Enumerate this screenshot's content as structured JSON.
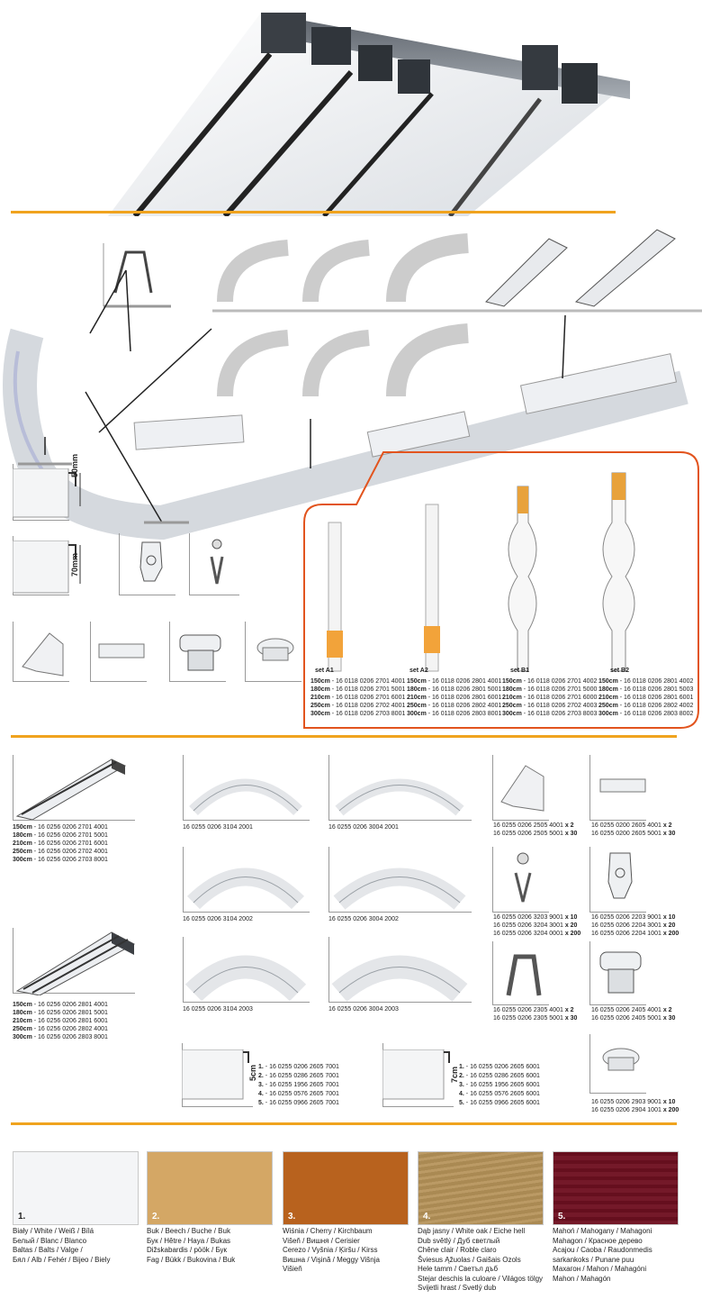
{
  "sets": [
    {
      "label": "set A1",
      "codes": [
        [
          "150cm",
          "16 0118 0206 2701 4001"
        ],
        [
          "180cm",
          "16 0118 0206 2701 5001"
        ],
        [
          "210cm",
          "16 0118 0206 2701 6001"
        ],
        [
          "250cm",
          "16 0118 0206 2702 4001"
        ],
        [
          "300cm",
          "16 0118 0206 2703 8001"
        ]
      ]
    },
    {
      "label": "set A2",
      "codes": [
        [
          "150cm",
          "16 0118 0206 2801 4001"
        ],
        [
          "180cm",
          "16 0118 0206 2801 5001"
        ],
        [
          "210cm",
          "16 0118 0206 2801 6001"
        ],
        [
          "250cm",
          "16 0118 0206 2802 4001"
        ],
        [
          "300cm",
          "16 0118 0206 2803 8001"
        ]
      ]
    },
    {
      "label": "set B1",
      "codes": [
        [
          "150cm",
          "16 0118 0206 2701 4002"
        ],
        [
          "180cm",
          "16 0118 0206 2701 5000"
        ],
        [
          "210cm",
          "16 0118 0206 2701 6000"
        ],
        [
          "250cm",
          "16 0118 0206 2702 4003"
        ],
        [
          "300cm",
          "16 0118 0206 2703 8003"
        ]
      ]
    },
    {
      "label": "set B2",
      "codes": [
        [
          "150cm",
          "16 0118 0206 2801 4002"
        ],
        [
          "180cm",
          "16 0118 0206 2801 5003"
        ],
        [
          "210cm",
          "16 0118 0206 2801 6001"
        ],
        [
          "250cm",
          "16 0118 0206 2802 4002"
        ],
        [
          "300cm",
          "16 0118 0206 2803 8002"
        ]
      ]
    }
  ],
  "dims": {
    "d50": "50mm",
    "d70": "70mm",
    "c5": "5cm",
    "c7": "7cm"
  },
  "rails": [
    {
      "codes": [
        [
          "150cm",
          "16 0256 0206 2701 4001"
        ],
        [
          "180cm",
          "16 0256 0206 2701 5001"
        ],
        [
          "210cm",
          "16 0256 0206 2701 6001"
        ],
        [
          "250cm",
          "16 0256 0206 2702 4001"
        ],
        [
          "300cm",
          "16 0256 0206 2703 8001"
        ]
      ]
    },
    {
      "codes": [
        [
          "150cm",
          "16 0256 0206 2801 4001"
        ],
        [
          "180cm",
          "16 0256 0206 2801 5001"
        ],
        [
          "210cm",
          "16 0256 0206 2801 6001"
        ],
        [
          "250cm",
          "16 0256 0206 2802 4001"
        ],
        [
          "300cm",
          "16 0256 0206 2803 8001"
        ]
      ]
    }
  ],
  "curves": [
    "16 0255 0206 3104 2001",
    "16 0255 0206 3004 2001",
    "16 0255 0206 3104 2002",
    "16 0255 0206 3004 2002",
    "16 0255 0206 3104 2003",
    "16 0255 0206 3004 2003"
  ],
  "parts": {
    "endcap": [
      [
        "16 0255 0206 2505 4001",
        "x 2"
      ],
      [
        "16 0255 0206 2505 5001",
        "x 30"
      ]
    ],
    "joiner": [
      [
        "16 0255 0200 2605 4001",
        "x 2"
      ],
      [
        "16 0255 0200 2605 5001",
        "x 30"
      ]
    ],
    "hook": [
      [
        "16 0255 0206 3203 9001",
        "x 10"
      ],
      [
        "16 0255 0206 3204 3001",
        "x 20"
      ],
      [
        "16 0255 0206 3204 0001",
        "x 200"
      ]
    ],
    "glider": [
      [
        "16 0255 0206 2203 9001",
        "x 10"
      ],
      [
        "16 0255 0206 2204 3001",
        "x 20"
      ],
      [
        "16 0255 0206 2204 1001",
        "x 200"
      ]
    ],
    "bracket": [
      [
        "16 0255 0206 2305 4001",
        "x 2"
      ],
      [
        "16 0255 0206 2305 5001",
        "x 30"
      ]
    ],
    "clip": [
      [
        "16 0255 0206 2405 4001",
        "x 2"
      ],
      [
        "16 0255 0206 2405 5001",
        "x 30"
      ]
    ],
    "stopper": [
      [
        "16 0255 0206 2903 9001",
        "x 10"
      ],
      [
        "16 0255 0206 2904 1001",
        "x 200"
      ]
    ]
  },
  "cover5": [
    "1. - 16 0255 0206 2605 7001",
    "2. - 16 0255 0286 2605 7001",
    "3. - 16 0255 1956 2605 7001",
    "4. - 16 0255 0576 2605 7001",
    "5. - 16 0255 0966 2605 7001"
  ],
  "cover7": [
    "1. - 16 0255 0206 2605 6001",
    "2. - 16 0255 0286 2605 6001",
    "3. - 16 0255 1956 2605 6001",
    "4. - 16 0255 0576 2605 6001",
    "5. - 16 0255 0966 2605 6001"
  ],
  "colors": [
    {
      "num": "1.",
      "hex": "#f4f5f7",
      "lines": [
        "Biały / White / Weiß / Bílá",
        "Белый / Blanc / Blanco",
        "Baltas / Balts / Valge /",
        "Бял / Alb / Fehér / Bijeo / Biely"
      ]
    },
    {
      "num": "2.",
      "hex": "#d4a765",
      "lines": [
        "Buk /  Beech / Buche / Buk",
        "Бук / Hêtre / Haya / Bukas",
        "Dižskabardis / pöök / Бук",
        "Fag / Bükk / Bukovina / Buk"
      ]
    },
    {
      "num": "3.",
      "hex": "#b8621e",
      "lines": [
        "Wiśnia / Cherry / Kirchbaum",
        "Višeň / Вишня / Cerisier",
        "Cerezo / Vyšnia / Ķiršu  / Kirss",
        "Вишна / Vişină / Meggy  Višnja",
        "Višieň"
      ]
    },
    {
      "num": "4.",
      "hex": "#b59258",
      "lines": [
        "Dąb jasny / White oak / Eiche hell",
        "Dub světlý / Дуб светлый",
        "Chêne clair / Roble claro",
        "Šviesus Ąžuolas / Gaišais Ozols",
        "Hele tamm / Светъл дъб",
        "Stejar deschis la culoare / Világos tölgy",
        "Svijetli hrast / Svetlý dub"
      ]
    },
    {
      "num": "5.",
      "hex": "#6e1020",
      "lines": [
        "Mahoń / Mahogany / Mahagoni",
        "Mahagon / Красное дерево",
        "Acajou / Caoba / Raudonmedis",
        "sarkankoks / Punane puu",
        "Махагон / Mahon / Mahagóni",
        "Mahon / Mahagón"
      ]
    }
  ]
}
